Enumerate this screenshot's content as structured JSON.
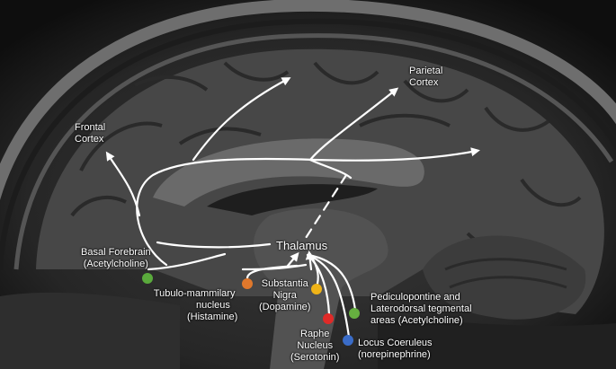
{
  "labels": {
    "frontal": [
      "Frontal",
      "Cortex"
    ],
    "parietal": [
      "Parietal",
      "Cortex"
    ],
    "thalamus": "Thalamus",
    "basal": [
      "Basal Forebrain",
      "(Acetylcholine)"
    ],
    "tubulo": [
      "Tubulo-mammilary",
      "nucleus",
      "(Histamine)"
    ],
    "substantia": [
      "Substantia",
      "Nigra",
      "(Dopamine)"
    ],
    "raphe": [
      "Raphe",
      "Nucleus",
      "(Serotonin)"
    ],
    "pedunculo": [
      "Pediculopontine and",
      "Laterodorsal tegmental",
      "areas (Acetylcholine)"
    ],
    "locus": [
      "Locus Coeruleus",
      "(norepinephrine)"
    ]
  },
  "colors": {
    "basal": "#5aaa3c",
    "tubulo": "#e0782c",
    "substantia": "#f0b418",
    "raphe": "#e02a28",
    "pedunculo": "#66b040",
    "locus": "#3a6cc8",
    "pathway": "#ffffff"
  }
}
